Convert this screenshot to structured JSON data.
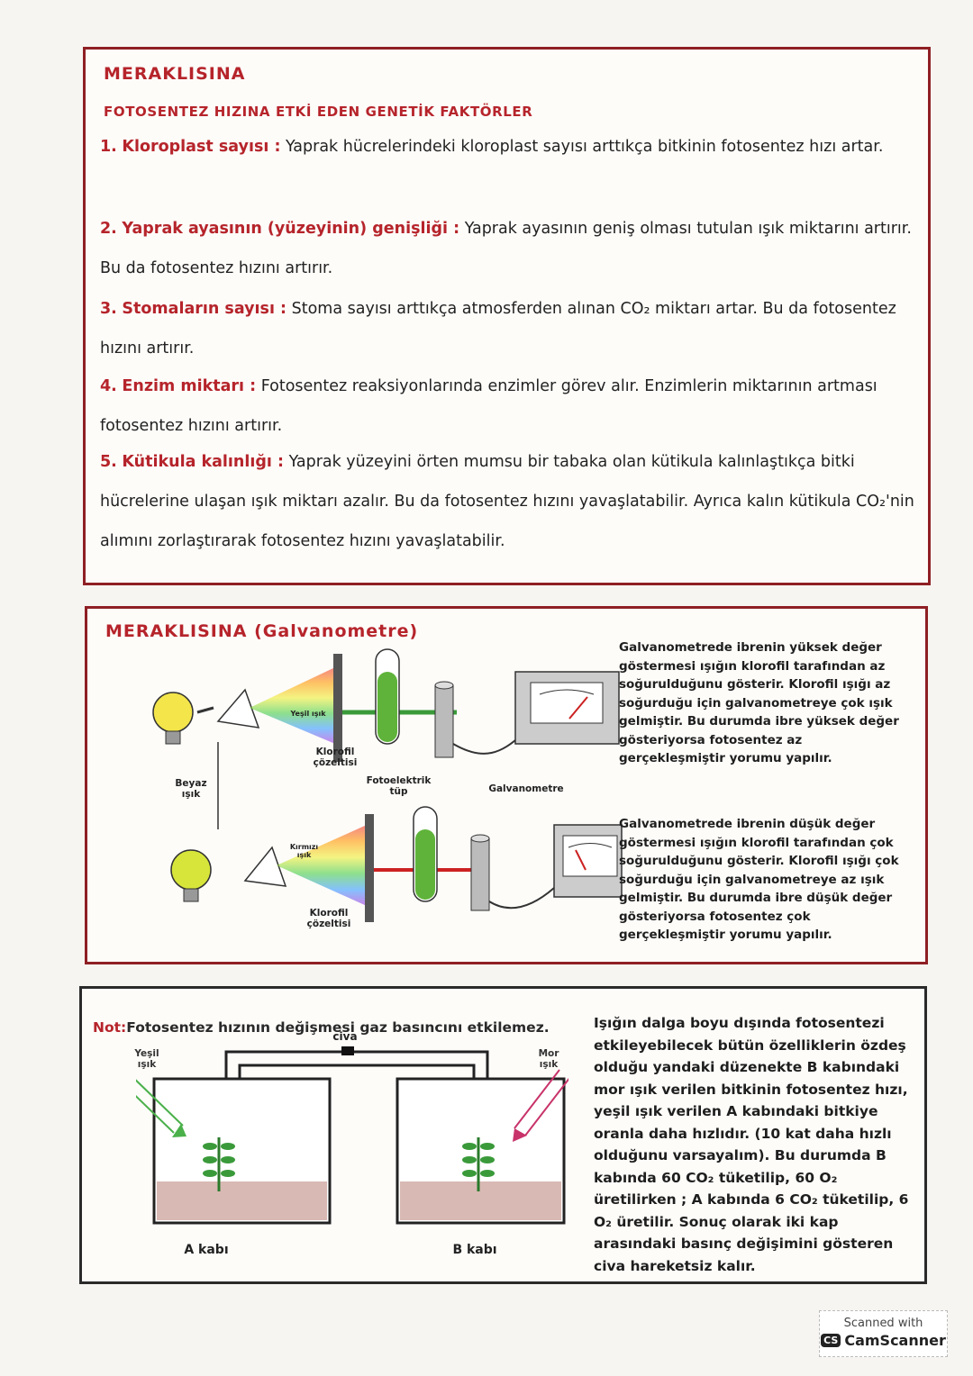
{
  "box1": {
    "title": "MERAKLISINA",
    "subtitle": "FOTOSENTEZ HIZINA ETKİ EDEN GENETİK FAKTÖRLER",
    "items": [
      {
        "num": "1.",
        "head": "Kloroplast sayısı :",
        "text": "Yaprak hücrelerindeki kloroplast sayısı arttıkça bitkinin fotosentez hızı artar."
      },
      {
        "num": "2.",
        "head": "Yaprak ayasının (yüzeyinin) genişliği :",
        "text": "Yaprak ayasının geniş olması tutulan ışık miktarını artırır. Bu da fotosentez hızını artırır."
      },
      {
        "num": "3.",
        "head": "Stomaların sayısı :",
        "text": "Stoma sayısı arttıkça atmosferden alınan CO₂ miktarı artar. Bu da fotosentez hızını artırır."
      },
      {
        "num": "4.",
        "head": "Enzim miktarı :",
        "text": "Fotosentez reaksiyonlarında enzimler görev alır. Enzimlerin miktarının artması fotosentez hızını artırır."
      },
      {
        "num": "5.",
        "head": "Kütikula kalınlığı :",
        "text": "Yaprak yüzeyini örten mumsu bir tabaka olan kütikula kalınlaştıkça bitki hücrelerine ulaşan ışık miktarı azalır. Bu da fotosentez hızını yavaşlatabilir. Ayrıca kalın kütikula CO₂'nin alımını zorlaştırarak fotosentez hızını yavaşlatabilir."
      }
    ]
  },
  "box2": {
    "title": "MERAKLISINA (Galvanometre)",
    "labels": {
      "yesil": "Yeşil ışık",
      "kirmizi": "Kırmızı ışık",
      "klorofil_top": "Klorofil çözeltisi",
      "klorofil_bottom": "Klorofil çözeltisi",
      "beyaz": "Beyaz ışık",
      "fotoelektrik": "Fotoelektrik tüp",
      "galvanometre": "Galvanometre"
    },
    "para1": "Galvanometrede ibrenin yüksek değer göstermesi ışığın klorofil tarafından az soğurulduğunu gösterir. Klorofil ışığı az soğurduğu için galvanometreye çok ışık gelmiştir. Bu durumda ibre yüksek değer gösteriyorsa fotosentez az gerçekleşmiştir yorumu yapılır.",
    "para2": "Galvanometrede ibrenin düşük değer göstermesi ışığın klorofil tarafından çok soğurulduğunu gösterir. Klorofil ışığı çok soğurduğu için galvanometreye az ışık gelmiştir. Bu durumda ibre düşük değer gösteriyorsa fotosentez çok gerçekleşmiştir yorumu yapılır."
  },
  "box3": {
    "note_label": "Not:",
    "note_text": "Fotosentez hızının değişmesi gaz basıncını etkilemez.",
    "labels": {
      "yesil": "Yeşil ışık",
      "mor": "Mor ışık",
      "civa": "civa",
      "a_kabi": "A kabı",
      "b_kabi": "B kabı"
    },
    "para": "Işığın dalga boyu dışında fotosentezi etkileyebilecek bütün özelliklerin özdeş olduğu yandaki düzenekte B kabındaki mor ışık verilen bitkinin fotosentez hızı, yeşil ışık verilen A kabındaki bitkiye oranla daha hızlıdır. (10 kat daha hızlı olduğunu varsayalım). Bu durumda B kabında 60 CO₂ tüketilip, 60 O₂ üretilirken ; A kabında 6 CO₂ tüketilip, 6 O₂ üretilir. Sonuç olarak iki kap arasındaki basınç değişimini gösteren civa hareketsiz kalır."
  },
  "watermark": {
    "line1": "Scanned with",
    "cs": "CS",
    "line2": "CamScanner"
  },
  "colors": {
    "red": "#b6242b",
    "border_red": "#8e1f24",
    "green": "#5fb33a"
  }
}
